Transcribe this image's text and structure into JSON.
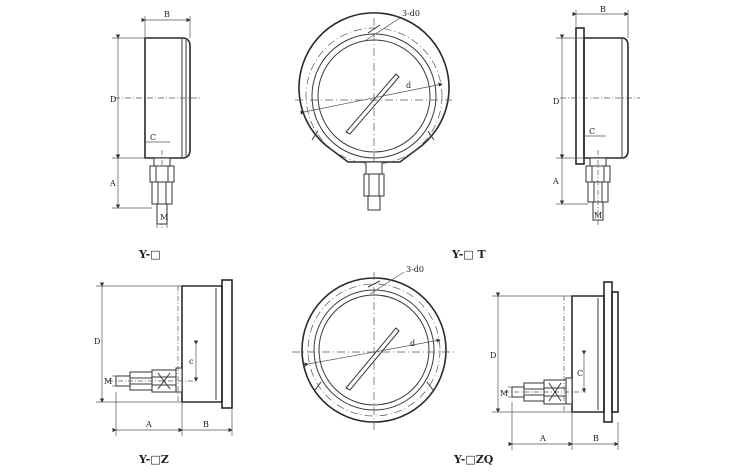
{
  "figures": {
    "y_radial": {
      "caption": "Y-□",
      "dims": {
        "B": "B",
        "D": "D",
        "C": "C",
        "A": "A",
        "M": "M"
      }
    },
    "y_t": {
      "caption": "Y-□ T",
      "dims": {
        "holes": "3-d0",
        "d": "d"
      }
    },
    "y_flange_radial": {
      "dims": {
        "B": "B",
        "D": "D",
        "C": "C",
        "A": "A",
        "M": "M"
      }
    },
    "y_z": {
      "caption": "Y-□Z",
      "dims": {
        "D": "D",
        "C": "c",
        "M": "M",
        "A": "A",
        "B": "B"
      }
    },
    "y_front_flange": {
      "dims": {
        "holes": "3-d0",
        "d": "d"
      }
    },
    "y_zq": {
      "caption": "Y-□ZQ",
      "dims": {
        "D": "D",
        "C": "C",
        "M": "M",
        "A": "A",
        "B": "B"
      }
    }
  }
}
